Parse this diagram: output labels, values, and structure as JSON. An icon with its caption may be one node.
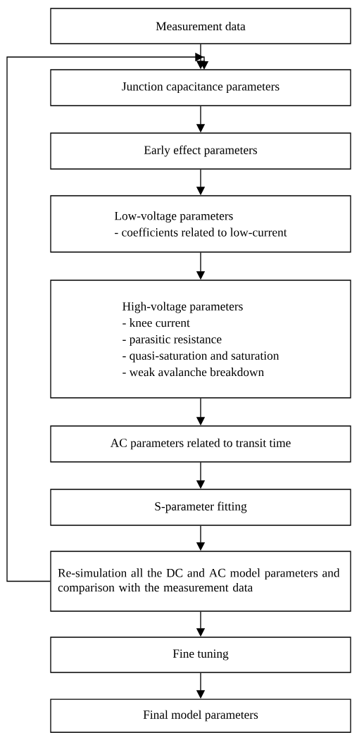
{
  "diagram": {
    "nodes": [
      {
        "text": [
          "Measurement data"
        ]
      },
      {
        "text": [
          "Junction capacitance parameters"
        ]
      },
      {
        "text": [
          "Early effect parameters"
        ]
      },
      {
        "text": [
          "Low-voltage parameters",
          "- coefficients related to low-current"
        ]
      },
      {
        "text": [
          "High-voltage parameters",
          "- knee current",
          "- parasitic resistance",
          "- quasi-saturation and saturation",
          "- weak avalanche breakdown"
        ]
      },
      {
        "text": [
          "AC parameters related to transit time"
        ]
      },
      {
        "text": [
          "S-parameter fitting"
        ]
      },
      {
        "text": [
          "Re-simulation all the DC and AC model parameters and comparison with the measurement data"
        ]
      },
      {
        "text": [
          "Fine tuning"
        ]
      },
      {
        "text": [
          "Final model parameters"
        ]
      }
    ],
    "edges": [
      {
        "from": 0,
        "to": 1,
        "arrow": "to"
      },
      {
        "from": 1,
        "to": 2,
        "arrow": "to"
      },
      {
        "from": 2,
        "to": 3,
        "arrow": "to"
      },
      {
        "from": 3,
        "to": 4,
        "arrow": "to"
      },
      {
        "from": 4,
        "to": 5,
        "arrow": "to"
      },
      {
        "from": 5,
        "to": 6,
        "arrow": "to"
      },
      {
        "from": 6,
        "to": 7,
        "arrow": "to"
      },
      {
        "from": 7,
        "to": 8,
        "arrow": "to"
      },
      {
        "from": 8,
        "to": 9,
        "arrow": "to"
      },
      {
        "from": 7,
        "to": 1,
        "arrow": "to"
      }
    ]
  }
}
